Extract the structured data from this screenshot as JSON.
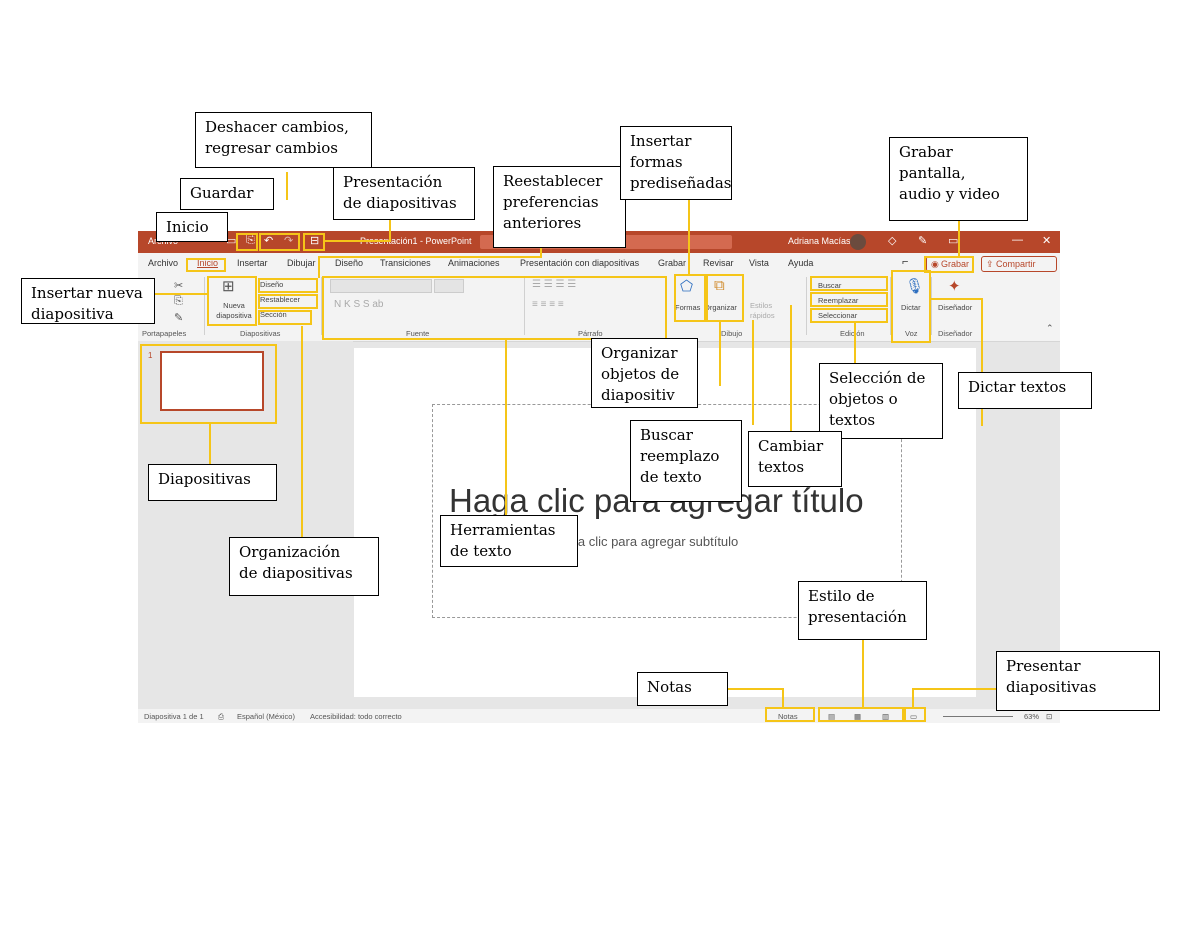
{
  "app": {
    "titlebar": {
      "file_label": "Archivo",
      "doc_title": "Presentación1 - PowerPoint",
      "user_name": "Adriana Macías",
      "minimize": "—",
      "close": "✕"
    },
    "menu_tabs": [
      "Archivo",
      "Inicio",
      "Insertar",
      "Dibujar",
      "Diseño",
      "Transiciones",
      "Animaciones",
      "Presentación con diapositivas",
      "Grabar",
      "Revisar",
      "Vista",
      "Ayuda"
    ],
    "record_button": "Grabar",
    "share_button": "Compartir",
    "ribbon": {
      "groups": [
        "Portapapeles",
        "Diapositivas",
        "Fuente",
        "Párrafo",
        "Dibujo",
        "Edición",
        "Voz",
        "Diseñador"
      ],
      "new_slide": "Nueva diapositiva",
      "layout": "Diseño",
      "reset": "Restablecer",
      "section": "Sección",
      "shapes": "Formas",
      "arrange": "Organizar",
      "quick_styles": "Estilos rápidos",
      "find": "Buscar",
      "replace": "Reemplazar",
      "select": "Seleccionar",
      "dictate": "Dictar",
      "designer": "Diseñador"
    },
    "thumb_number": "1",
    "slide": {
      "title_placeholder": "Haga clic para agregar título",
      "subtitle_placeholder": "Haga clic para agregar subtítulo"
    },
    "status": {
      "slide_count": "Diapositiva 1 de 1",
      "language": "Español (México)",
      "accessibility": "Accesibilidad: todo correcto",
      "notes": "Notas",
      "zoom": "63%"
    }
  },
  "annotations": {
    "deshacer": "Deshacer cambios,\nregresar cambios",
    "guardar": "Guardar",
    "presentacion": "Presentación\nde diapositivas",
    "restablecer": "Reestablecer\npreferencias\nanteriores",
    "formas": "Insertar\nformas\nprediseñadas",
    "grabar": "Grabar\npantalla,\naudio y video",
    "inicio": "Inicio",
    "nueva_diapositiva": "Insertar nueva\ndiapositiva",
    "organizar": "Organizar\nobjetos de\ndiapositiv",
    "seleccion": "Selección de\nobjetos o\ntextos",
    "dictar": "Dictar textos",
    "buscar": "Buscar\nreemplazo\nde texto",
    "cambiar": "Cambiar\ntextos",
    "diapositivas": "Diapositivas",
    "herramientas": "Herramientas\nde texto",
    "organizacion": "Organización\nde diapositivas",
    "estilo": "Estilo de\npresentación",
    "notas": "Notas",
    "presentar": "Presentar\ndiapositivas"
  },
  "colors": {
    "accent_red": "#b7472a",
    "annotation_yellow": "#f5c518"
  }
}
